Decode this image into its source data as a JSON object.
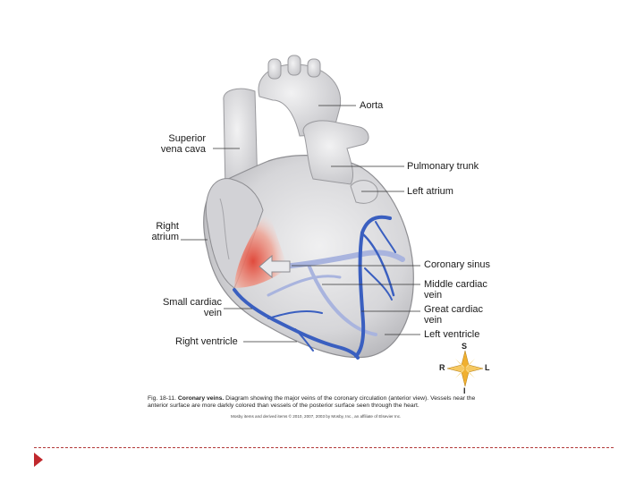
{
  "labels": {
    "aorta": "Aorta",
    "superior_vena_cava_1": "Superior",
    "superior_vena_cava_2": "vena cava",
    "pulmonary_trunk": "Pulmonary trunk",
    "left_atrium": "Left atrium",
    "right_atrium_1": "Right",
    "right_atrium_2": "atrium",
    "coronary_sinus": "Coronary sinus",
    "middle_cardiac_vein_1": "Middle cardiac",
    "middle_cardiac_vein_2": "vein",
    "small_cardiac_vein_1": "Small cardiac",
    "small_cardiac_vein_2": "vein",
    "great_cardiac_vein_1": "Great cardiac",
    "great_cardiac_vein_2": "vein",
    "left_ventricle": "Left ventricle",
    "right_ventricle": "Right ventricle"
  },
  "compass": {
    "s": "S",
    "r": "R",
    "l": "L",
    "i": "I"
  },
  "caption": {
    "fig": "Fig. 18-11.",
    "title": "Coronary veins.",
    "text": "Diagram showing the major veins of the coronary circulation (anterior view). Vessels near the anterior surface are more darkly colored than vessels of the posterior surface seen through the heart."
  },
  "credit": "Mosby items and derived items © 2010, 2007, 2003 by Mosby, Inc., an affiliate of Elsevier Inc.",
  "colors": {
    "heart_fill": "#d9d9db",
    "vein_front": "#3a5fc0",
    "vein_back": "#9aa8d8",
    "sinus_red": "#e06050",
    "accent": "#c0282d",
    "compass_gold": "#f0b030"
  }
}
